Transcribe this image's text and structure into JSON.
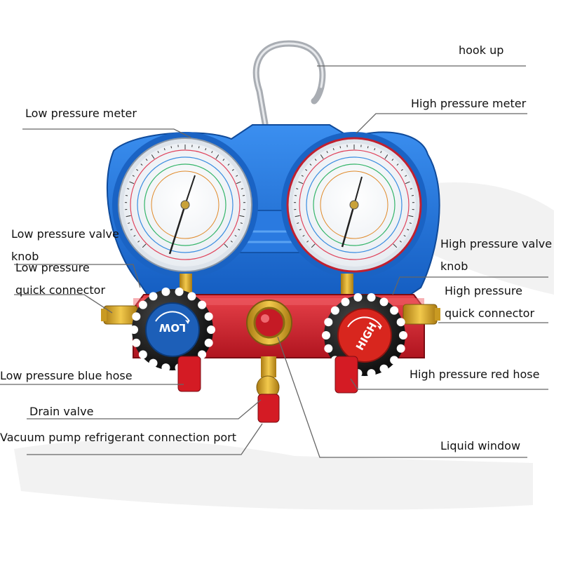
{
  "labels": {
    "hook_up": "hook up",
    "low_pressure_meter": "Low pressure meter",
    "high_pressure_meter": "High pressure meter",
    "low_pressure_valve_knob_1": "Low pressure valve",
    "low_pressure_valve_knob_2": "knob",
    "low_pressure_quick_connector_1": "Low pressure",
    "low_pressure_quick_connector_2": "quick connector",
    "high_pressure_valve_knob_1": "High pressure valve",
    "high_pressure_valve_knob_2": "knob",
    "high_pressure_quick_connector_1": "High pressure",
    "high_pressure_quick_connector_2": "quick connector",
    "low_pressure_blue_hose": "Low pressure blue hose",
    "high_pressure_red_hose": "High pressure red hose",
    "drain_valve": "Drain valve",
    "vacuum_pump_port": "Vacuum pump refrigerant connection port",
    "liquid_window": "Liquid window"
  },
  "knobs": {
    "low": "LOW",
    "high": "HIGH"
  },
  "colors": {
    "housing_blue": "#1f6fd1",
    "manifold_red": "#d3202b",
    "brass": "#d4a020",
    "knob_black": "#1a1a1a",
    "low_cap_blue": "#1d5fb8",
    "high_cap_red": "#d8261e",
    "leader_line": "#666666"
  }
}
